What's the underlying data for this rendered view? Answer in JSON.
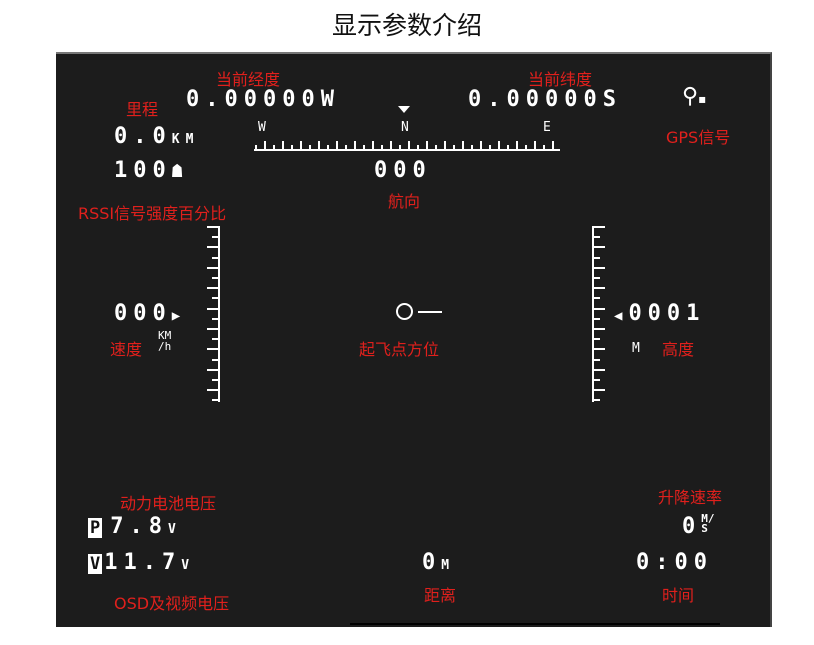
{
  "title": "显示参数介绍",
  "osd": {
    "longitude": "0.00000W",
    "latitude": "0.00000S",
    "distance_traveled": "0.0",
    "distance_unit": "KM",
    "rssi": "100",
    "heading": "000",
    "compass": {
      "w": "W",
      "n": "N",
      "e": "E"
    },
    "speed": "000",
    "speed_unit_top": "KM",
    "speed_unit_bottom": "/h",
    "altitude": "0001",
    "altitude_unit": "M",
    "main_battery_badge": "P",
    "main_battery": "7.8",
    "volt_unit": "V",
    "osd_battery_badge": "V",
    "osd_battery": "11.7",
    "home_distance": "0",
    "home_distance_unit": "M",
    "climb_rate": "0",
    "climb_unit_top": "M",
    "climb_unit_bottom": "S",
    "flight_time": "0:00"
  },
  "labels": {
    "longitude": "当前经度",
    "latitude": "当前纬度",
    "mileage": "里程",
    "gps": "GPS信号",
    "rssi": "RSSI信号强度百分比",
    "heading": "航向",
    "speed": "速度",
    "home": "起飞点方位",
    "altitude": "高度",
    "main_battery": "动力电池电压",
    "climb": "升降速率",
    "osd_battery": "OSD及视频电压",
    "distance": "距离",
    "time": "时间"
  }
}
